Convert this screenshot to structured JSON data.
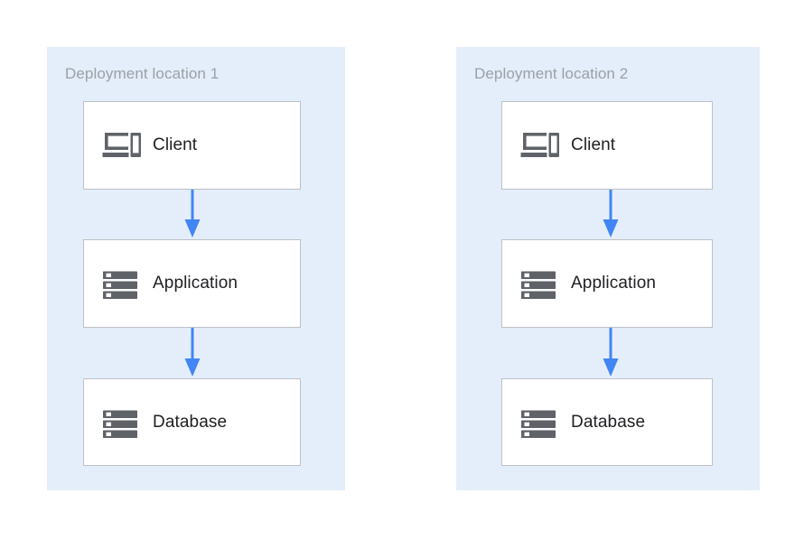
{
  "diagram": {
    "title": "",
    "colors": {
      "zone_background": "#e4eefa",
      "node_background": "#ffffff",
      "node_border": "#bdc1c6",
      "arrow": "#4285f4",
      "icon": "#5f6368",
      "zone_label_text": "#9aa0a6",
      "node_label_text": "#202124"
    },
    "zones": [
      {
        "label": "Deployment location 1",
        "nodes": [
          {
            "label": "Client",
            "icon": "devices-icon"
          },
          {
            "label": "Application",
            "icon": "server-stack-icon"
          },
          {
            "label": "Database",
            "icon": "server-stack-icon"
          }
        ],
        "connections": [
          {
            "from": "Client",
            "to": "Application",
            "style": "arrow-down"
          },
          {
            "from": "Application",
            "to": "Database",
            "style": "arrow-down"
          }
        ]
      },
      {
        "label": "Deployment location 2",
        "nodes": [
          {
            "label": "Client",
            "icon": "devices-icon"
          },
          {
            "label": "Application",
            "icon": "server-stack-icon"
          },
          {
            "label": "Database",
            "icon": "server-stack-icon"
          }
        ],
        "connections": [
          {
            "from": "Client",
            "to": "Application",
            "style": "arrow-down"
          },
          {
            "from": "Application",
            "to": "Database",
            "style": "arrow-down"
          }
        ]
      }
    ]
  }
}
